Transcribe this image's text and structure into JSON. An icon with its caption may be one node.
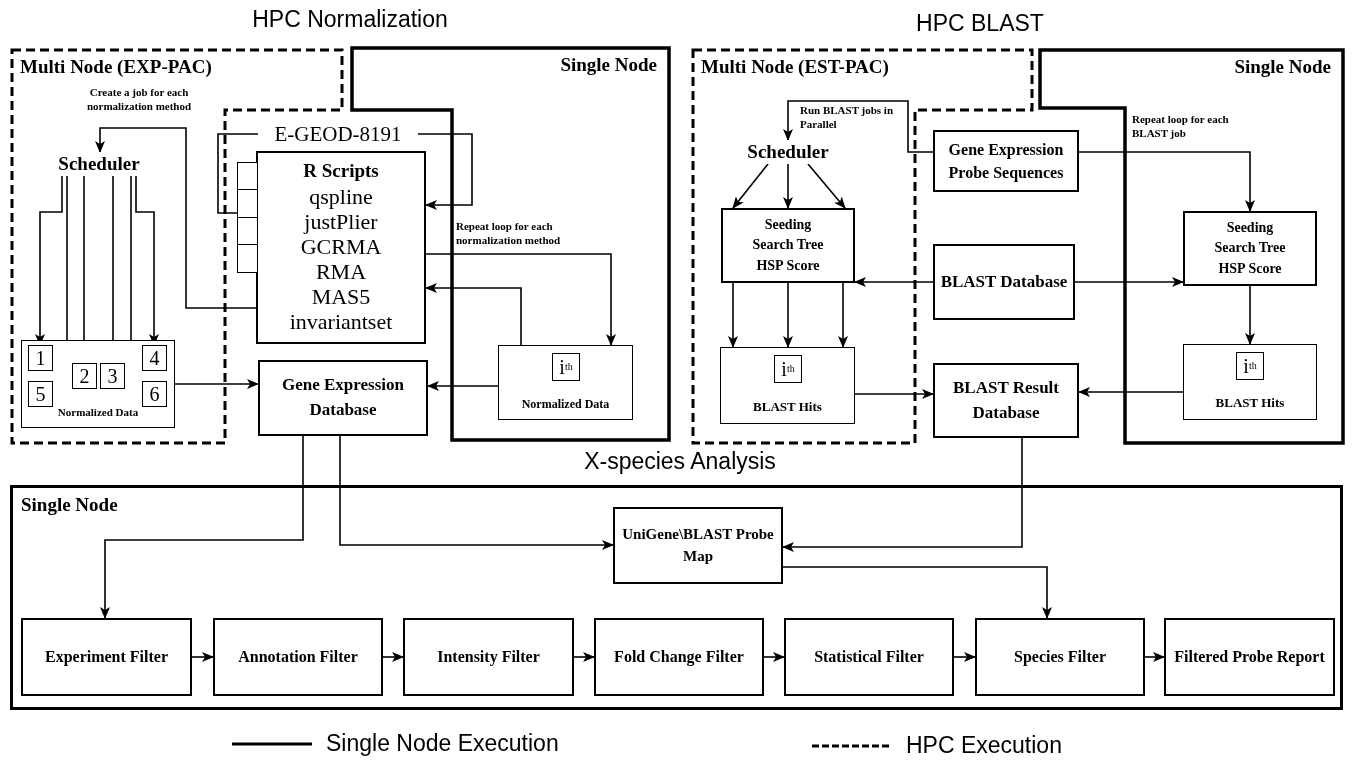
{
  "diagram": {
    "nodes": [
      {
        "text": [
          "Multi Node (EXP-PAC)"
        ]
      },
      {
        "text": [
          "Scheduler"
        ],
        "in": 0
      },
      {
        "text": [
          "Normalized Data"
        ],
        "in": 0
      },
      {
        "text": [
          "1"
        ],
        "in": 2
      },
      {
        "text": [
          "2"
        ],
        "in": 2
      },
      {
        "text": [
          "3"
        ],
        "in": 2
      },
      {
        "text": [
          "4"
        ],
        "in": 2
      },
      {
        "text": [
          "5"
        ],
        "in": 2
      },
      {
        "text": [
          "6"
        ],
        "in": 2
      },
      {
        "text": [
          "Single Node"
        ]
      },
      {
        "text": [
          "Normalized Data"
        ],
        "in": 9
      },
      {
        "text": [
          "i$^{th}$"
        ],
        "in": 10
      },
      {
        "text": [
          "E-GEOD-8191"
        ]
      },
      {
        "text": [
          "R Scripts",
          "qspline",
          "justPlier",
          "GCRMA",
          "RMA",
          "MAS5",
          "invariantset"
        ]
      },
      {
        "text": [
          "Gene Expression Database"
        ]
      },
      {
        "text": [
          "Multi Node (EST-PAC)"
        ]
      },
      {
        "text": [
          "Scheduler"
        ],
        "in": 15
      },
      {
        "text": [
          "Seeding",
          "Search Tree",
          "HSP Score"
        ],
        "in": 15
      },
      {
        "text": [
          "BLAST Hits"
        ],
        "in": 15
      },
      {
        "text": [
          "i$^{th}$"
        ],
        "in": 18
      },
      {
        "text": [
          "Gene Expression Probe Sequences"
        ]
      },
      {
        "text": [
          "BLAST Database"
        ]
      },
      {
        "text": [
          "BLAST Result Database"
        ]
      },
      {
        "text": [
          "Single Node"
        ]
      },
      {
        "text": [
          "Seeding",
          "Search Tree",
          "HSP Score"
        ],
        "in": 23
      },
      {
        "text": [
          "BLAST Hits"
        ],
        "in": 23
      },
      {
        "text": [
          "i$^{th}$"
        ],
        "in": 25
      },
      {
        "text": [
          "Single Node"
        ]
      },
      {
        "text": [
          "UniGene\\BLAST Probe Map"
        ],
        "in": 27
      },
      {
        "text": [
          "Experiment Filter"
        ],
        "in": 27
      },
      {
        "text": [
          "Annotation Filter"
        ],
        "in": 27
      },
      {
        "text": [
          "Intensity Filter"
        ],
        "in": 27
      },
      {
        "text": [
          "Fold Change Filter"
        ],
        "in": 27
      },
      {
        "text": [
          "Statistical Filter"
        ],
        "in": 27
      },
      {
        "text": [
          "Species Filter"
        ],
        "in": 27
      },
      {
        "text": [
          "Filtered Probe Report"
        ],
        "in": 27
      },
      {
        "text": [],
        "shape": "box"
      }
    ],
    "edges": [
      {
        "from": 13,
        "to": 1,
        "arrow": "to",
        "label": "Create a job for each normalization method"
      },
      {
        "from": 1,
        "to": 3,
        "arrow": "to"
      },
      {
        "from": 1,
        "to": 4,
        "arrow": "to"
      },
      {
        "from": 1,
        "to": 5,
        "arrow": "to"
      },
      {
        "from": 1,
        "to": 6,
        "arrow": "to"
      },
      {
        "from": 1,
        "to": 7,
        "arrow": "to"
      },
      {
        "from": 1,
        "to": 8,
        "arrow": "to"
      },
      {
        "from": 2,
        "to": 14,
        "arrow": "to"
      },
      {
        "from": 12,
        "to": 36,
        "arrow": "none"
      },
      {
        "from": 12,
        "to": 13,
        "arrow": "to"
      },
      {
        "from": 13,
        "to": 10,
        "arrow": "to",
        "label": "Repeat loop for each normalization method"
      },
      {
        "from": 10,
        "to": 13,
        "arrow": "to"
      },
      {
        "from": 10,
        "to": 14,
        "arrow": "to"
      },
      {
        "from": 14,
        "to": 29,
        "arrow": "to"
      },
      {
        "from": 14,
        "to": 28,
        "arrow": "to"
      },
      {
        "from": 20,
        "to": 16,
        "arrow": "to",
        "label": "Run BLAST jobs in Parallel"
      },
      {
        "from": 16,
        "to": 17,
        "arrow": "to"
      },
      {
        "from": 16,
        "to": 17,
        "arrow": "to"
      },
      {
        "from": 16,
        "to": 17,
        "arrow": "to"
      },
      {
        "from": 17,
        "to": 18,
        "arrow": "to"
      },
      {
        "from": 17,
        "to": 18,
        "arrow": "to"
      },
      {
        "from": 17,
        "to": 18,
        "arrow": "to"
      },
      {
        "from": 21,
        "to": 17,
        "arrow": "to"
      },
      {
        "from": 21,
        "to": 24,
        "arrow": "to"
      },
      {
        "from": 18,
        "to": 22,
        "arrow": "to"
      },
      {
        "from": 20,
        "to": 24,
        "arrow": "to",
        "label": "Repeat loop for each BLAST job"
      },
      {
        "from": 24,
        "to": 25,
        "arrow": "to"
      },
      {
        "from": 25,
        "to": 22,
        "arrow": "to"
      },
      {
        "from": 22,
        "to": 28,
        "arrow": "to"
      },
      {
        "from": 28,
        "to": 34,
        "arrow": "to"
      },
      {
        "from": 29,
        "to": 30,
        "arrow": "to"
      },
      {
        "from": 30,
        "to": 31,
        "arrow": "to"
      },
      {
        "from": 31,
        "to": 32,
        "arrow": "to"
      },
      {
        "from": 32,
        "to": 33,
        "arrow": "to"
      },
      {
        "from": 33,
        "to": 34,
        "arrow": "to"
      },
      {
        "from": 34,
        "to": 35,
        "arrow": "to"
      }
    ],
    "labels": [
      "HPC Normalization",
      "HPC BLAST",
      "X-species Analysis"
    ],
    "legend": [
      {
        "text": "Single Node Execution"
      },
      {
        "text": "HPC Execution"
      }
    ]
  }
}
